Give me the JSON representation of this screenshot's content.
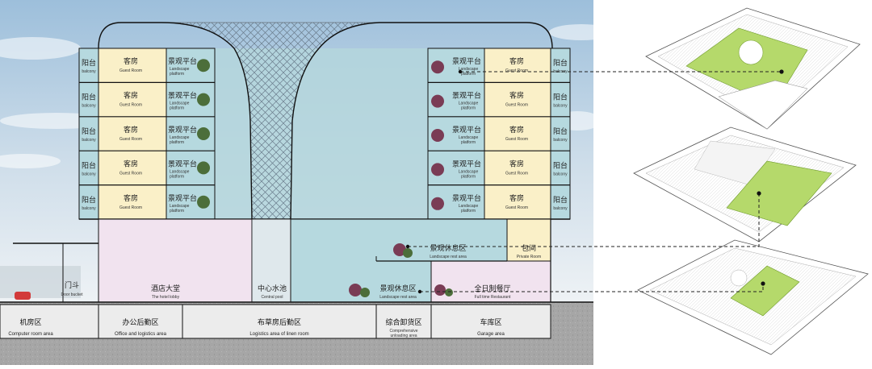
{
  "colors": {
    "sky_top": "#a9c6de",
    "sky_bottom": "#e7eef4",
    "ground": "#a8a8a8",
    "guest_room": "#faf0c8",
    "landscape": "#b6d9df",
    "lobby": "#f1e3ef",
    "lawn": "#b5d96b",
    "line": "#111111"
  },
  "section": {
    "balcony": {
      "zh": "阳台",
      "en": "balcony"
    },
    "guest_room": {
      "zh": "客房",
      "en": "Guest Room"
    },
    "landscape_platform": {
      "zh": "景观平台",
      "en1": "Landscape",
      "en2": "platform"
    },
    "landscape_rest": {
      "zh": "景观休息区",
      "en": "Landscape rest area"
    },
    "private_room": {
      "zh": "包间",
      "en": "Private Room"
    },
    "door_bucket": {
      "zh": "门斗",
      "en": "Door bucket"
    },
    "hotel_lobby": {
      "zh": "酒店大堂",
      "en": "The hotel lobby"
    },
    "central_pool": {
      "zh": "中心水池",
      "en": "Central pool"
    },
    "rest_area_ground": {
      "zh": "景观休息区",
      "en": "Landscape rest area"
    },
    "restaurant": {
      "zh": "全日制餐厅",
      "en": "Full time Restaurant"
    }
  },
  "underground": [
    {
      "zh": "机房区",
      "en": "Computer room area"
    },
    {
      "zh": "办公后勤区",
      "en": "Office and logistics area"
    },
    {
      "zh": "布草房后勤区",
      "en": "Logistics area of linen room"
    },
    {
      "zh": "综合卸货区",
      "en": "Comprehensive",
      "en2": "unloading area"
    },
    {
      "zh": "车库区",
      "en": "Garage area"
    }
  ],
  "floors": 5
}
